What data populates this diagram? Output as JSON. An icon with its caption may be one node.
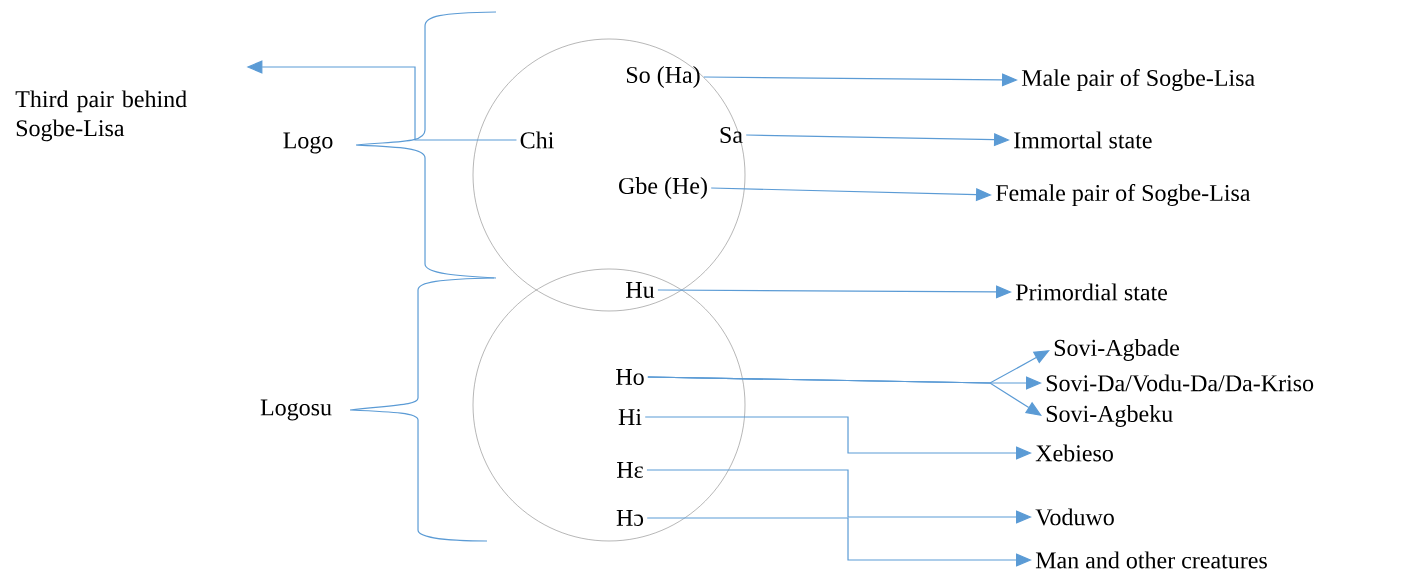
{
  "diagram": {
    "nodes": [
      {
        "text": [
          "Third pair behind Sogbe-Lisa"
        ]
      },
      {
        "text": [],
        "shape": "circle"
      },
      {
        "text": [
          "So (Ha)"
        ],
        "in": 1
      },
      {
        "text": [
          "Male pair of Sogbe-Lisa"
        ]
      },
      {
        "text": [
          "Chi"
        ],
        "in": 1
      },
      {
        "text": [
          "Sa"
        ],
        "in": 1
      },
      {
        "text": [
          "Immortal state"
        ]
      },
      {
        "text": [
          "Gbe (He)"
        ],
        "in": 1
      },
      {
        "text": [
          "Female pair of Sogbe-Lisa"
        ]
      },
      {
        "text": [],
        "shape": "circle"
      },
      {
        "text": [
          "Hu"
        ]
      },
      {
        "text": [
          "Primordial state"
        ]
      },
      {
        "text": [
          "Sovi-Agbade"
        ]
      },
      {
        "text": [
          "Ho"
        ],
        "in": 9
      },
      {
        "text": [
          "Sovi-Da/Vodu-Da/Da-Kriso"
        ]
      },
      {
        "text": [
          "Sovi-Agbeku"
        ]
      },
      {
        "text": [
          "Hi"
        ],
        "in": 9
      },
      {
        "text": [
          "Xebieso"
        ]
      },
      {
        "text": [
          "Hε"
        ],
        "in": 9
      },
      {
        "text": [
          "Voduwo"
        ]
      },
      {
        "text": [
          "Hɔ"
        ],
        "in": 9
      },
      {
        "text": [
          "Man and other creatures"
        ]
      }
    ],
    "edges": [
      {
        "from": 4,
        "to": 0,
        "arrow": "to"
      },
      {
        "from": 2,
        "to": 3,
        "arrow": "to"
      },
      {
        "from": 5,
        "to": 6,
        "arrow": "to"
      },
      {
        "from": 7,
        "to": 8,
        "arrow": "to"
      },
      {
        "from": 10,
        "to": 11,
        "arrow": "to"
      },
      {
        "from": 13,
        "to": 12,
        "arrow": "to"
      },
      {
        "from": 13,
        "to": 14,
        "arrow": "to"
      },
      {
        "from": 13,
        "to": 15,
        "arrow": "to"
      },
      {
        "from": 16,
        "to": 17,
        "arrow": "to"
      },
      {
        "from": 18,
        "to": 19,
        "arrow": "to"
      },
      {
        "from": 20,
        "to": 21,
        "arrow": "to"
      }
    ],
    "labels": [
      "Logo",
      "Logosu"
    ]
  }
}
